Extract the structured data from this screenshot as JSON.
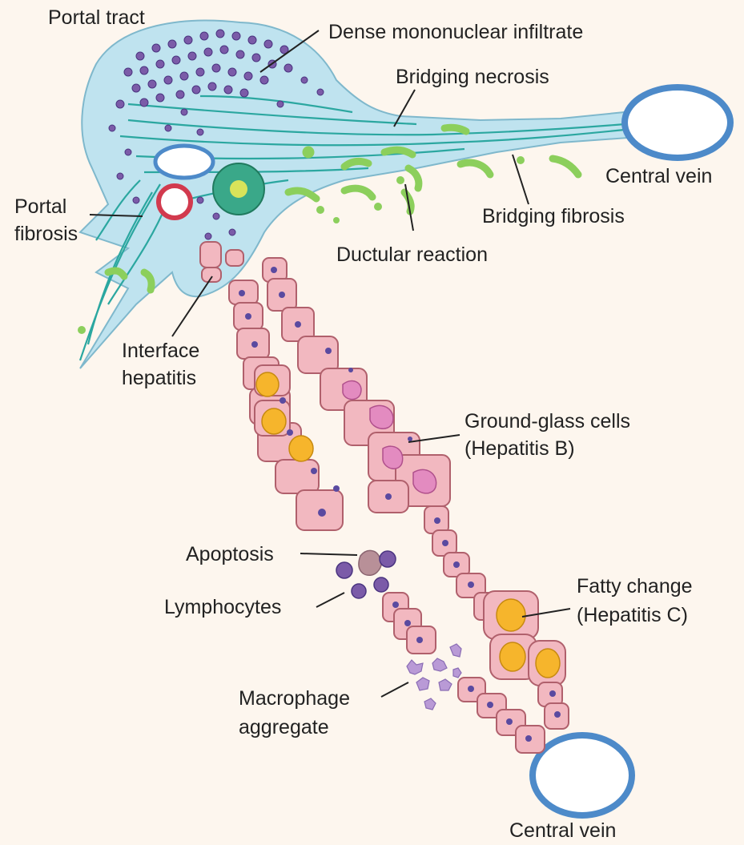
{
  "labels": {
    "portal_tract": "Portal tract",
    "dense_infiltrate": "Dense mononuclear infiltrate",
    "bridging_necrosis": "Bridging necrosis",
    "central_vein_top": "Central vein",
    "portal_fibrosis_line1": "Portal",
    "portal_fibrosis_line2": "fibrosis",
    "bridging_fibrosis": "Bridging fibrosis",
    "ductular_reaction": "Ductular reaction",
    "interface_line1": "Interface",
    "interface_line2": "hepatitis",
    "ground_glass_line1": "Ground-glass cells",
    "ground_glass_line2": "(Hepatitis B)",
    "apoptosis": "Apoptosis",
    "lymphocytes": "Lymphocytes",
    "fatty_line1": "Fatty change",
    "fatty_line2": "(Hepatitis C)",
    "macrophage_line1": "Macrophage",
    "macrophage_line2": "aggregate",
    "central_vein_bottom": "Central vein"
  },
  "colors": {
    "background": "#fdf6ee",
    "portal_tissue": "#bfe3ef",
    "fibrosis_strand": "#2ba7a0",
    "mononuclear_cell": "#7b5ba8",
    "hepatocyte": "#f2b8c0",
    "hepatocyte_border": "#b0606c",
    "nucleus": "#5a4aa0",
    "ground_glass": "#e38bc0",
    "fat_droplet": "#f6b52c",
    "ductule": "#8ccf5c",
    "vein_wall": "#4d8ac9",
    "artery_wall": "#d23a4e",
    "bile_duct": "#3aa889",
    "apoptotic_body": "#b89098",
    "macrophage": "#b99ad6"
  }
}
